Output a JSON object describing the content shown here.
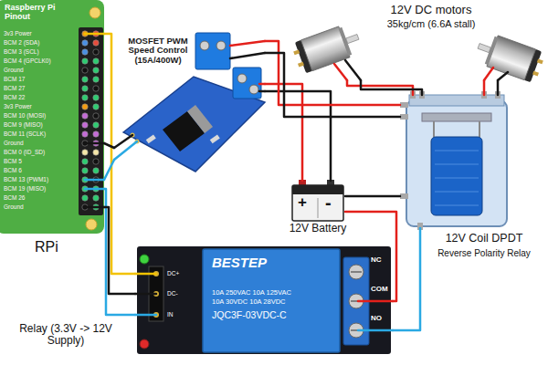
{
  "diagram": {
    "nodes": [
      {
        "text": [
          "Raspberry Pi Pinout",
          "RPi"
        ]
      },
      {
        "text": [
          "MOSFET PWM Speed Control (15A/400W)"
        ]
      },
      {
        "text": [
          "12V DC motors",
          "35kg/cm (6.6A stall)"
        ]
      },
      {
        "text": [
          "+",
          "-",
          "12V Battery"
        ]
      },
      {
        "text": [
          "12V Coil DPDT",
          "Reverse Polarity Relay"
        ]
      },
      {
        "text": [
          "BESTEP",
          "10A 250VAC 10A 125VAC 10A 30VDC 10A 28VDC",
          "JQC3F-03VDC-C",
          "NC",
          "COM",
          "NO",
          "Relay (3.3V -> 12V Supply)"
        ]
      }
    ],
    "edges": [
      {
        "from": 0,
        "to": 5,
        "arrow": "none"
      },
      {
        "from": 0,
        "to": 5,
        "arrow": "none"
      },
      {
        "from": 0,
        "to": 5,
        "arrow": "none"
      },
      {
        "from": 0,
        "to": 1,
        "arrow": "none"
      },
      {
        "from": 0,
        "to": 1,
        "arrow": "none"
      },
      {
        "from": 1,
        "to": 3,
        "arrow": "none"
      },
      {
        "from": 1,
        "to": 3,
        "arrow": "none"
      },
      {
        "from": 1,
        "to": 4,
        "arrow": "none"
      },
      {
        "from": 1,
        "to": 4,
        "arrow": "none"
      },
      {
        "from": 4,
        "to": 2,
        "arrow": "none"
      },
      {
        "from": 4,
        "to": 2,
        "arrow": "none"
      },
      {
        "from": 4,
        "to": 2,
        "arrow": "none"
      },
      {
        "from": 4,
        "to": 2,
        "arrow": "none"
      },
      {
        "from": 3,
        "to": 5,
        "arrow": "none"
      },
      {
        "from": 5,
        "to": 4,
        "arrow": "none"
      },
      {
        "from": 3,
        "to": 4,
        "arrow": "none"
      }
    ],
    "labels": [
      "3v3 Power",
      "BCM 2 (SDA)",
      "BCM 3 (SCL)",
      "BCM 4 (GPCLK0)",
      "Ground",
      "BCM 17",
      "BCM 27",
      "BCM 22",
      "3v3 Power",
      "BCM 10 (MOSI)",
      "BCM 9 (MISO)",
      "BCM 11 (SCLK)",
      "Ground",
      "BCM 0 (ID_SD)",
      "BCM 5",
      "BCM 6",
      "BCM 13 (PWM1)",
      "BCM 19 (MISO)",
      "BCM 26",
      "Ground",
      "DC+",
      "DC-",
      "IN"
    ]
  }
}
